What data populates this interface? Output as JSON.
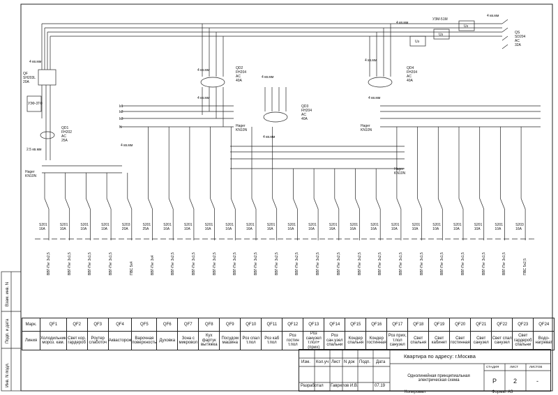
{
  "device_labels": {
    "qf": [
      "QF",
      "SH203L",
      "20A"
    ],
    "uzm": [
      "УЗМ-51М"
    ],
    "qd1": [
      "QD1",
      "FH202",
      "AC",
      "25A"
    ],
    "qd2": [
      "QD2",
      "FH204",
      "AC",
      "40A"
    ],
    "qd3": [
      "QD3",
      "FH204",
      "AC",
      "40A"
    ],
    "qd4": [
      "QD4",
      "FH204",
      "AC",
      "40A"
    ],
    "qs": [
      "QS",
      "SD204",
      "AC",
      "32A"
    ],
    "hager": "Hager",
    "kn10n": "KN10N",
    "uzp": "УЗФ-3ТФ",
    "u1": "Uз",
    "u2": "Uз",
    "u3": "Uз",
    "wire4": "4 кв.мм",
    "wire25": "2.5 кв.мм",
    "phases": [
      "L1",
      "L2",
      "L3",
      "N"
    ]
  },
  "breakers": [
    {
      "model": "S201",
      "rating": "16A",
      "cable": "ВВГ-Пнг 3х2,5"
    },
    {
      "model": "S201",
      "rating": "10A",
      "cable": "ВВГ-Пнг 3х1,5"
    },
    {
      "model": "S201",
      "rating": "10A",
      "cable": "ВВГ-Пнг 3х1,5"
    },
    {
      "model": "S201",
      "rating": "10A",
      "cable": "ВВГ-Пнг 3х1,5"
    },
    {
      "model": "S203",
      "rating": "20A",
      "cable": "ПВС 5х4"
    },
    {
      "model": "S201",
      "rating": "25A",
      "cable": "ВВГ-Пнг 3х4"
    },
    {
      "model": "S201",
      "rating": "16A",
      "cable": "ВВГ-Пнг 3х2,5"
    },
    {
      "model": "S201",
      "rating": "10A",
      "cable": "ВВГ-Пнг 3х1,5"
    },
    {
      "model": "S201",
      "rating": "16A",
      "cable": "ВВГ-Пнг 3х2,5"
    },
    {
      "model": "S201",
      "rating": "16A",
      "cable": "ВВГ-Пнг 3х2,5"
    },
    {
      "model": "S201",
      "rating": "16A",
      "cable": "ВВГ-Пнг 3х2,5"
    },
    {
      "model": "S201",
      "rating": "16A",
      "cable": "ВВГ-Пнг 3х2,5"
    },
    {
      "model": "S201",
      "rating": "16A",
      "cable": "ВВГ-Пнг 3х2,5"
    },
    {
      "model": "S201",
      "rating": "16A",
      "cable": "ВВГ-Пнг 3х2,5"
    },
    {
      "model": "S201",
      "rating": "16A",
      "cable": "ВВГ-Пнг 3х2,5"
    },
    {
      "model": "S201",
      "rating": "16A",
      "cable": "ВВГ-Пнг 3х2,5"
    },
    {
      "model": "S201",
      "rating": "16A",
      "cable": "ВВГ-Пнг 3х2,5"
    },
    {
      "model": "S201",
      "rating": "10A",
      "cable": "ВВГ-Пнг 3х1,5"
    },
    {
      "model": "S201",
      "rating": "10A",
      "cable": "ВВГ-Пнг 3х1,5"
    },
    {
      "model": "S201",
      "rating": "10A",
      "cable": "ВВГ-Пнг 3х1,5"
    },
    {
      "model": "S201",
      "rating": "10A",
      "cable": "ВВГ-Пнг 3х1,5"
    },
    {
      "model": "S201",
      "rating": "10A",
      "cable": "ВВГ-Пнг 3х1,5"
    },
    {
      "model": "S201",
      "rating": "10A",
      "cable": "ВВГ-Пнг 3х1,5"
    },
    {
      "model": "S203",
      "rating": "16A",
      "cable": "ПВС 5х2,5"
    }
  ],
  "table": {
    "mark_label": "Марк.",
    "line_label": "Линия",
    "qf": [
      "QF1",
      "QF2",
      "QF3",
      "QF4",
      "QF5",
      "QF6",
      "QF7",
      "QF8",
      "QF9",
      "QF10",
      "QF11",
      "QF12",
      "QF13",
      "QF14",
      "QF15",
      "QF16",
      "QF17",
      "QF18",
      "QF19",
      "QF20",
      "QF21",
      "QF22",
      "QF23",
      "QF24"
    ],
    "lines": [
      "Холодильник мороз. кам.",
      "Свет кор. гардероб",
      "Роутер слаботоч",
      "Аквасторож",
      "Варочная поверхность",
      "Духовка",
      "Зона с микровол",
      "Кух фартук вытяжка",
      "Посудом машина",
      "Роз спал т.пол",
      "Роз каб т.пол",
      "Роз гостин т.пол",
      "Роз санузел т.пол+(прих)",
      "Роз сан.узел спальни",
      "Кондер спальня",
      "Кондер гостинная",
      "Роз прих, т.пол санузел",
      "Свет спальня",
      "Свет кабинет",
      "Свет гостинная",
      "Свет санузел",
      "Свет спал санузел",
      "Свет гардероб спальни",
      "Водо-нагреват"
    ]
  },
  "side_labels": [
    "Взам. инв. N",
    "Подп. и дата",
    "Инв. N подл."
  ],
  "stamp": {
    "title": "Квартира по адресу: г.Москва",
    "scheme": "Однолинейная принципиальная электрическая схема",
    "headers": [
      "Изм.",
      "Кол.уч",
      "Лист",
      "N док",
      "Подп.",
      "Дата"
    ],
    "dev_role": "Разработал",
    "dev_name": "Гаврилов И.В.",
    "date": "07.19",
    "stage_label": "СТАДИЯ",
    "sheet_label": "ЛИСТ",
    "sheets_label": "ЛИСТОВ",
    "stage": "Р",
    "sheet": "2",
    "sheets": "-",
    "copied": "Копировал",
    "format": "Формат  А3"
  }
}
